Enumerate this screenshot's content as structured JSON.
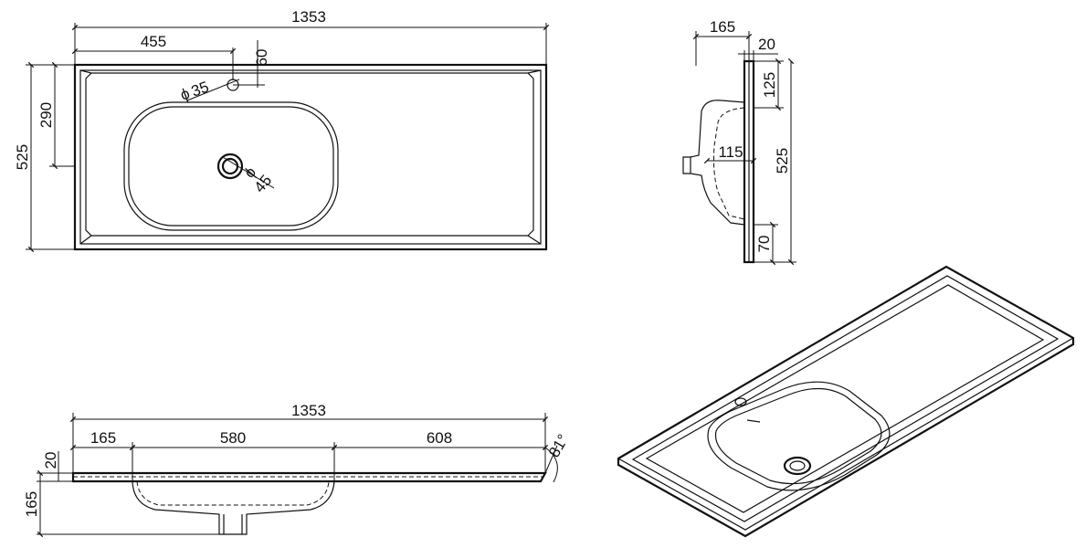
{
  "dimensions": {
    "top_view": {
      "overall_width": "1353",
      "bowl_offset": "455",
      "tap_hole_offset": "60",
      "tap_hole_diameter": "35",
      "drain_diameter": "45",
      "drain_offset": "290",
      "overall_depth": "525",
      "diameter_symbol": "ϕ"
    },
    "side_view": {
      "bowl_projection": "165",
      "slab_thickness": "20",
      "rear_margin": "125",
      "bowl_depth": "115",
      "overall_depth": "525",
      "front_margin": "70"
    },
    "front_view": {
      "overall_width": "1353",
      "left_margin": "165",
      "bowl_width": "580",
      "right_margin": "608",
      "slab_thickness": "20",
      "total_height": "165",
      "edge_angle": "81°"
    }
  }
}
